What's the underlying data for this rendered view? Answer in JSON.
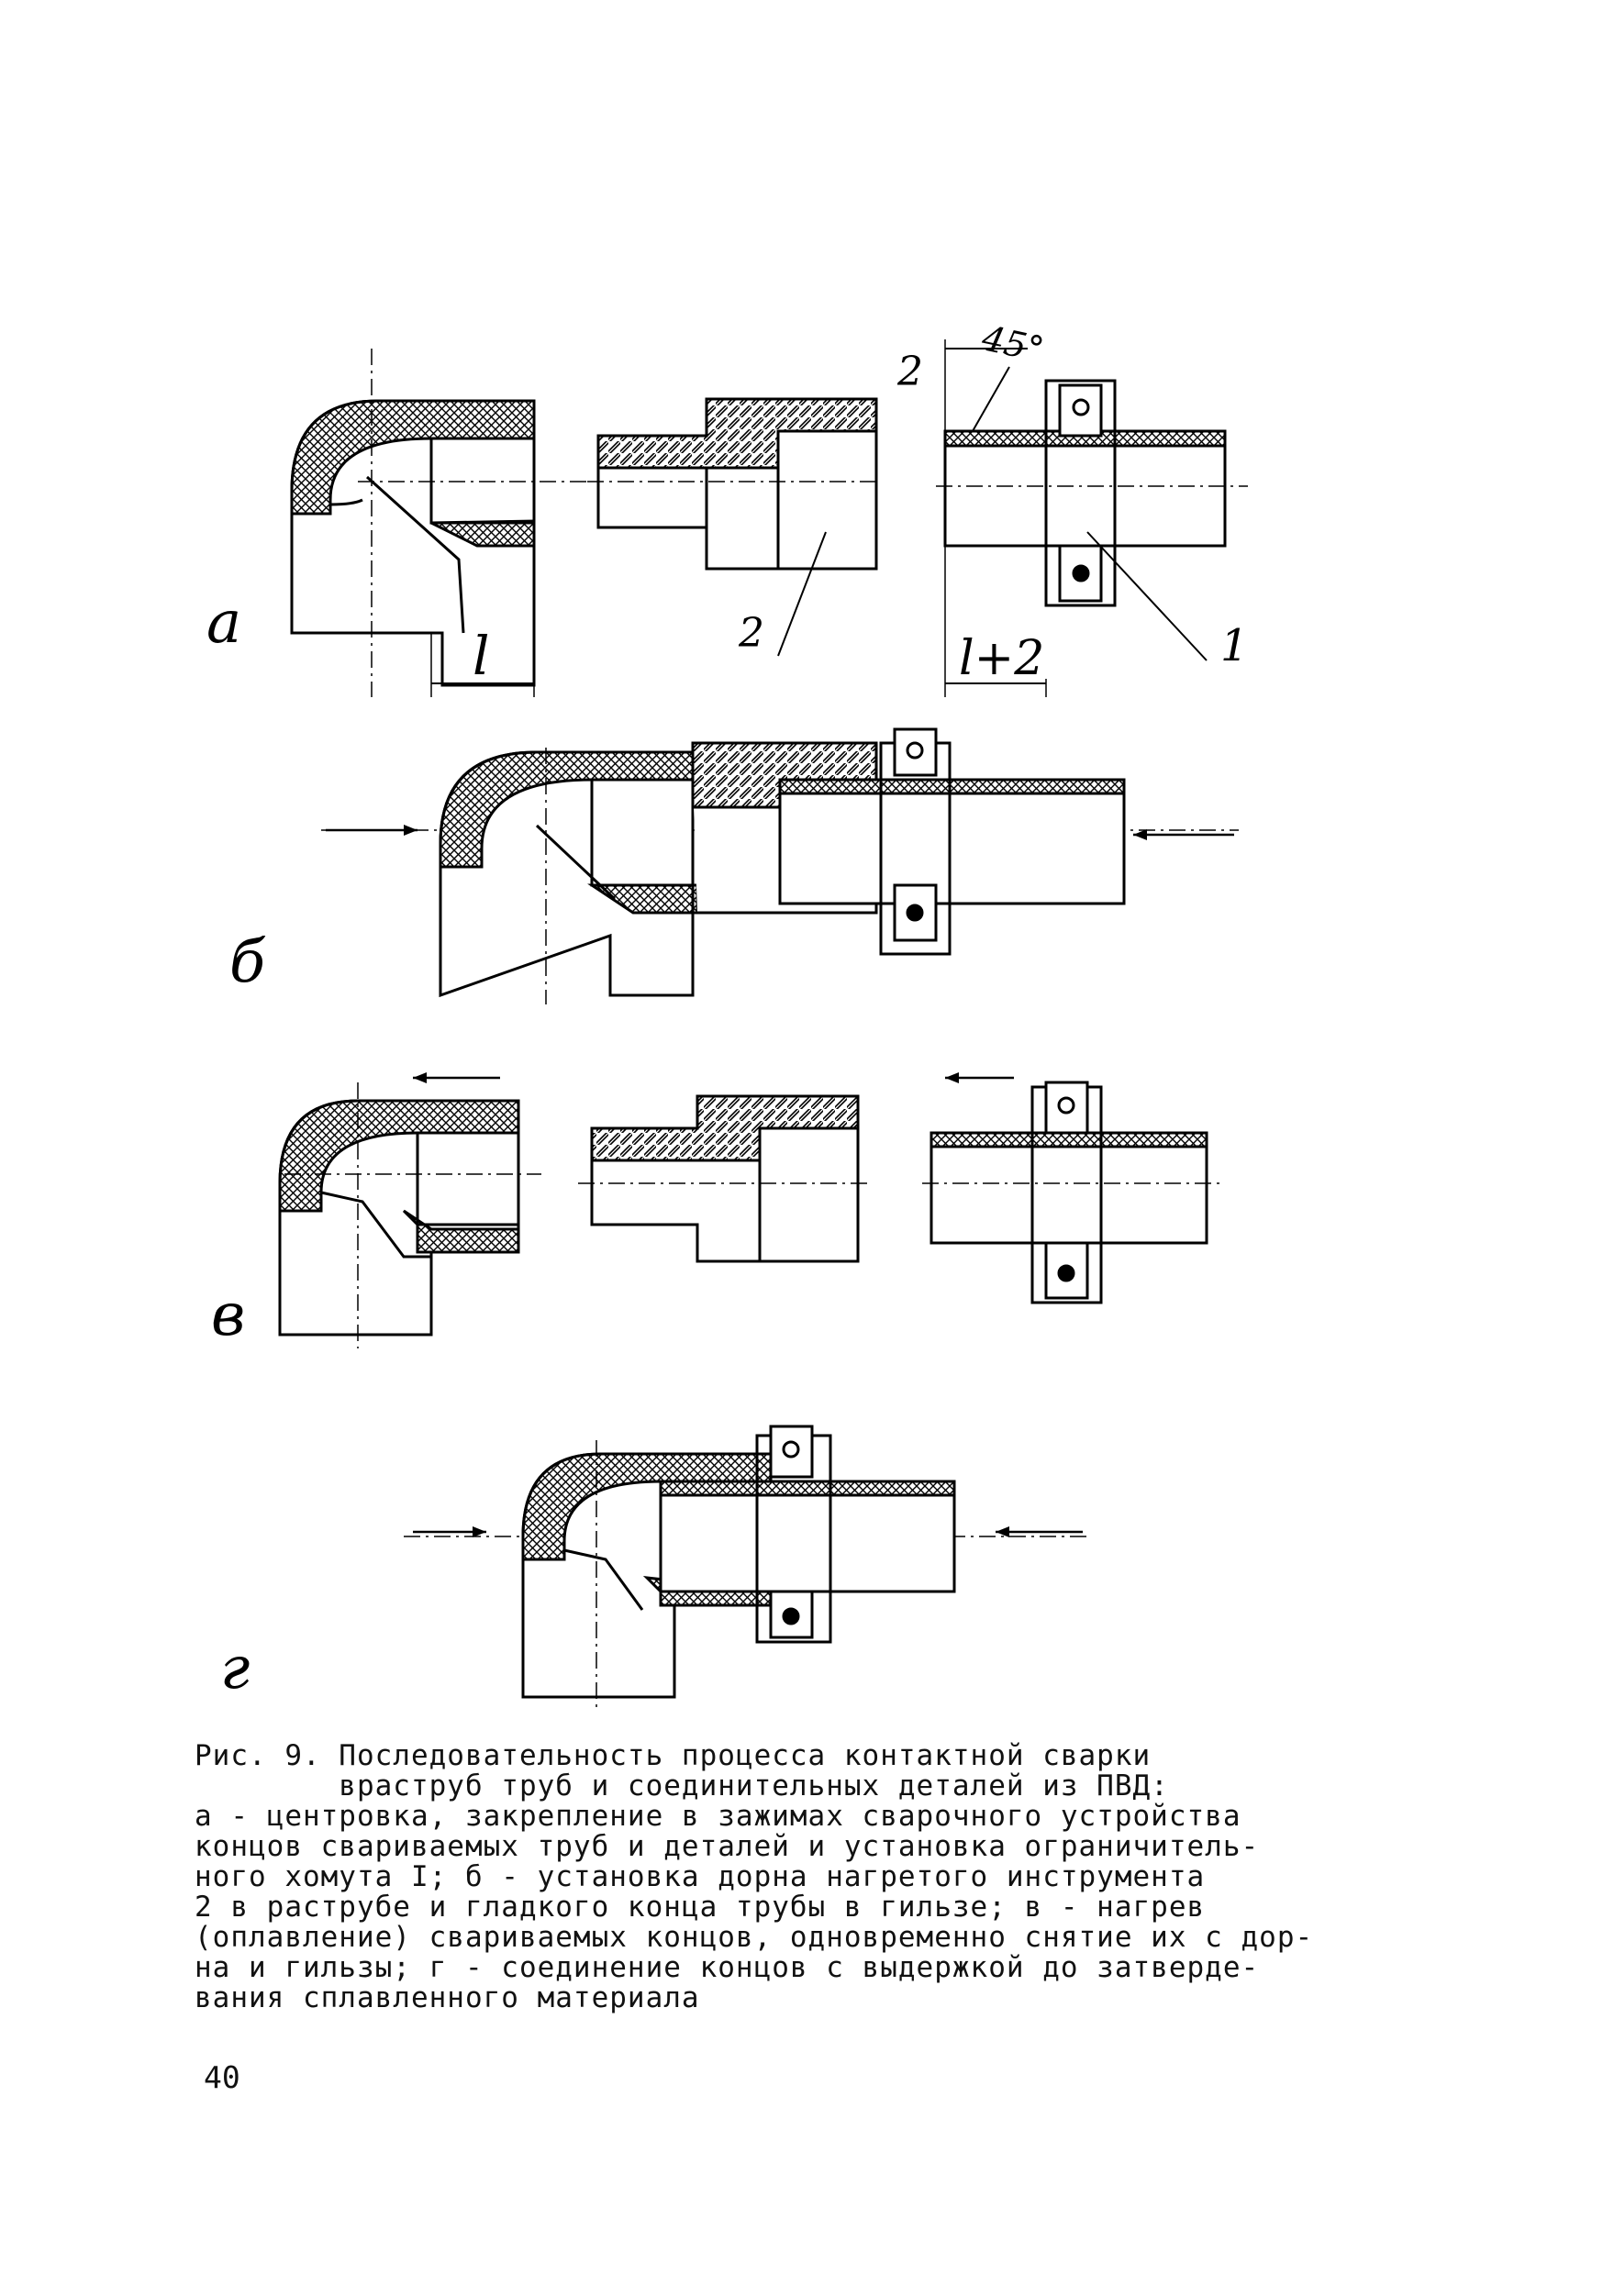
{
  "diagram": {
    "stage_labels": {
      "a": "а",
      "b": "б",
      "v": "в",
      "g": "г"
    },
    "dimension_labels": {
      "l": "l",
      "l_plus_2": "l+2",
      "two": "2",
      "angle": "45°"
    },
    "part_labels": {
      "one": "1",
      "two": "2"
    }
  },
  "caption": {
    "lines": [
      "Рис. 9. Последовательность процесса контактной сварки",
      "        враструб труб и соединительных деталей из ПВД:",
      "а - центровка, закрепление в зажимах сварочного устройства",
      "концов свариваемых труб и деталей и установка ограничитель-",
      "ного хомута I; б - установка дорна нагретого инструмента",
      "2 в раструбе и гладкого конца трубы в гильзе; в - нагрев",
      "(оплавление) свариваемых концов, одновременно снятие их с дор-",
      "на и гильзы; г - соединение концов с выдержкой до затверде-",
      "вания сплавленного материала"
    ]
  },
  "page_number": "40"
}
